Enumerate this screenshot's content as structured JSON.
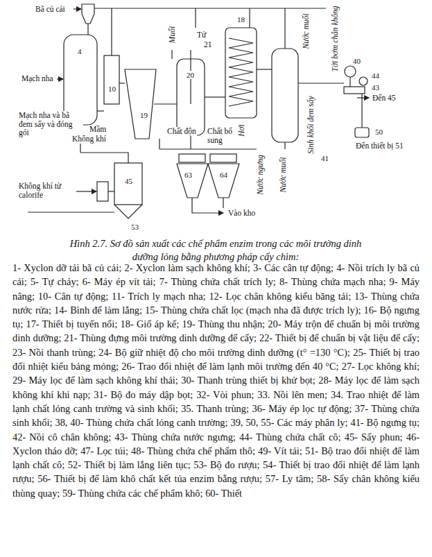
{
  "diagram": {
    "caption": "Hình 2.7. Sơ đồ sản xuất các chế phẩm enzim trong các môi trường dinh dưỡng lỏng bằng phương pháp cấy chìm:",
    "labels": [
      "Bã củ cải",
      "Mạch nha",
      "Mạch nha và bã đem sấy và đóng gói",
      "Mầm",
      "Không khí",
      "Không khí từ calorife",
      "Muối",
      "Tử",
      "21",
      "Nước muối",
      "Tới bơm chân không",
      "Chất độn",
      "Chất bổ sung",
      "Hơi",
      "Nước ngưng",
      "Nước muối",
      "Sinh khối đem sấy",
      "Đến 45",
      "Đến thiết bị 51",
      "Vào kho",
      "4",
      "10",
      "19",
      "20",
      "18",
      "40",
      "44",
      "43",
      "41",
      "50",
      "45",
      "63",
      "64",
      "53",
      "1- Xyclon dỡ tải bã củ cải;",
      "2- Xyclon làm sạch không khí;",
      "3- Các cân tự động;",
      "4- Nồi trích ly bã củ cải;",
      "5- Tự chảy;",
      "6- Máy ép vít tải;",
      "7- Thùng chứa chất trích ly;",
      "8- Thùng chứa mạch nha;",
      "9- Máy nâng;",
      "10- Cân tự động;",
      "11- Trích ly mạch nha;",
      "12- Lọc chân không kiểu băng tải;",
      "13- Thùng chứa nước rửa;",
      "14- Bình để làm lắng;",
      "15- Thùng chứa chất lọc (mạch nha đã được trích ly);",
      "16- Bộ ngưng tụ;",
      "17- Thiết bị tuyển nổi;",
      "18- Giổ áp kế;",
      "19- Thùng thu nhận;",
      "20- Máy trộn để chuẩn bị môi trường dinh dưỡng;",
      "21- Thùng đựng môi trường dinh dưỡng để cấy;",
      "22- Thiết bị để chuẩn bị vật liệu để cấy;",
      "23- Nồi thanh trùng;",
      "24- Bộ giữ nhiệt độ cho môi trường dinh dưỡng (t° =130 °C);",
      "25- Thiết bị trao đổi nhiệt kiểu bảng mỏng;",
      "26- Trao đổi nhiệt để làm lạnh môi trường đến 40 °C;",
      "27- Lọc không khí;",
      "29- Máy lọc để làm sạch không khí thải;",
      "30- Thanh trùng thiết bị khử bọt;",
      "28- Máy lọc để làm sạch không khí khi nạp;",
      "31- Bộ đo máy dập bọt;",
      "32- Vòi phun;",
      "33. Nồi lên men;",
      "34. Trao nhiệt để làm lạnh chất lỏng canh trường và sinh khối;",
      "35. Thanh trùng;",
      "36- Máy ép lọc tự động;",
      "37- Thùng chứa sinh khối;",
      "38, 40- Thùng chứa chất lỏng canh trường;",
      "39, 50, 55- Các máy phân ly;",
      "41- Bộ ngưng tụ;",
      "42- Nồi cô chân không;",
      "43- Thùng chứa nước ngưng;",
      "44- Thùng chứa chất cô;",
      "45- Sấy phun;",
      "46- Xyclon tháo dỡ;",
      "47- Lọc túi;",
      "48- Thùng chứa chế phẩm thô;",
      "49- Vít tải;",
      "51- Bộ trao đổi nhiệt để làm lạnh chất cô;",
      "52- Thiết bị làm lắng liên tục;",
      "53- Bộ đo rượu;",
      "54- Thiết bị trao đổi nhiệt để làm lạnh rượu;",
      "56- Thiết bị để làm khô chất kết tủa enzim bằng rượu;",
      "57- Ly tâm;",
      "58- Sấy chân không kiểu thùng quay;",
      "59- Thùng chứa các chế phẩm khô;",
      "60- Thiết"
    ]
  }
}
